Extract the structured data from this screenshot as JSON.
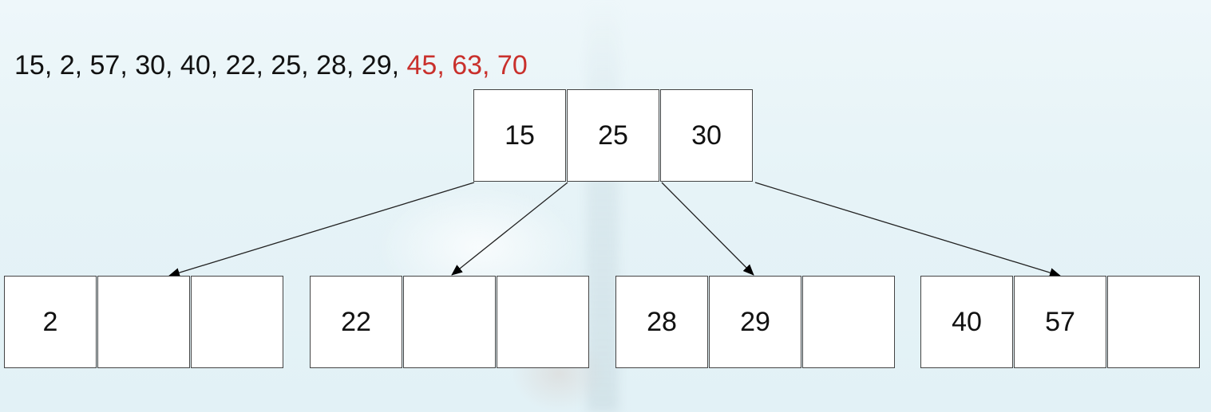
{
  "sequence": {
    "inserted": "15, 2, 57, 30, 40, 22, 25, 28, 29, ",
    "pending": "45, 63, 70"
  },
  "root": {
    "keys": [
      "15",
      "25",
      "30"
    ]
  },
  "children": [
    {
      "keys": [
        "2",
        "",
        ""
      ]
    },
    {
      "keys": [
        "22",
        "",
        ""
      ]
    },
    {
      "keys": [
        "28",
        "29",
        ""
      ]
    },
    {
      "keys": [
        "40",
        "57",
        ""
      ]
    }
  ],
  "colors": {
    "pending_keys": "#c9302c",
    "node_fill": "#ffffff",
    "node_border": "#444444"
  }
}
